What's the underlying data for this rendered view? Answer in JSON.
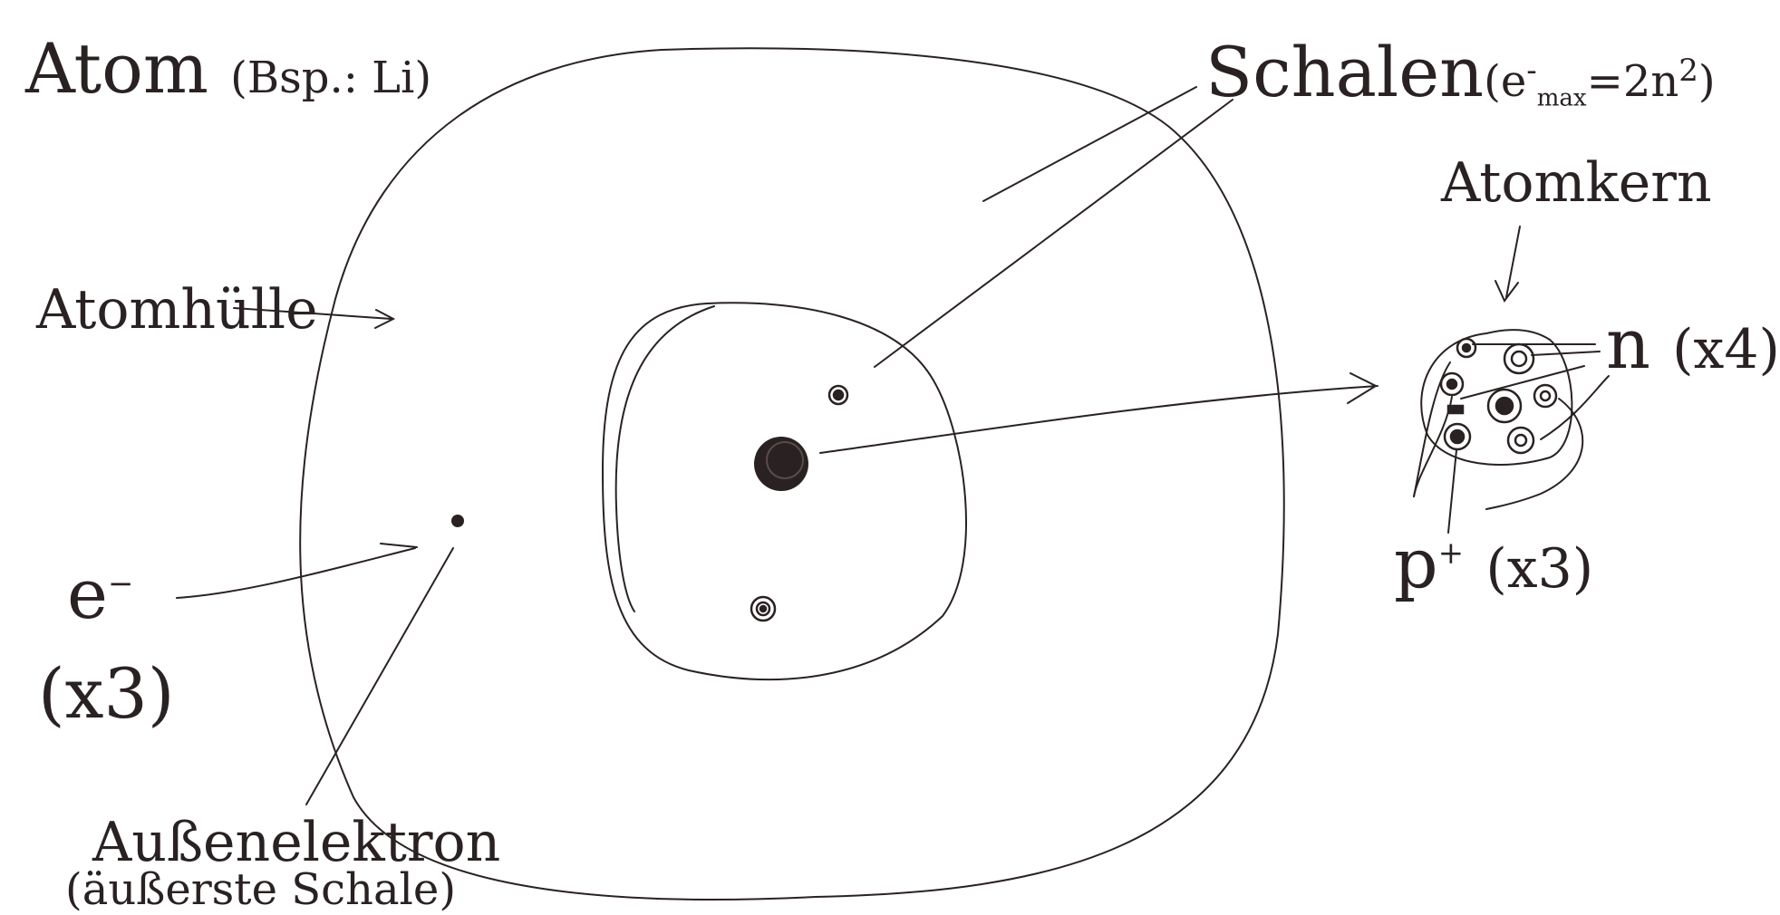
{
  "title": "Atom",
  "title_example": "(Bsp.: Li)",
  "labels": {
    "shells": "Schalen",
    "shells_formula": "(e",
    "shells_formula_sup": "-",
    "shells_formula_sub": "max",
    "shells_formula_rest": "=2n",
    "shells_formula_sq": "2",
    "shells_formula_close": ")",
    "nucleus": "Atomkern",
    "electron_cloud": "Atomhülle",
    "electron": "e",
    "electron_sup": "−",
    "electron_count": "(x3)",
    "neutron": "n",
    "neutron_count": "(x4)",
    "proton": "p",
    "proton_sup": "+",
    "proton_count": "(x3)",
    "outer_electron": "Außenelektron",
    "outer_electron_note": "(äußerste Schale)"
  },
  "colors": {
    "ink": "#2a2222",
    "background": "#ffffff"
  },
  "counts": {
    "electrons": 3,
    "neutrons": 4,
    "protons": 3,
    "shells": 2
  }
}
